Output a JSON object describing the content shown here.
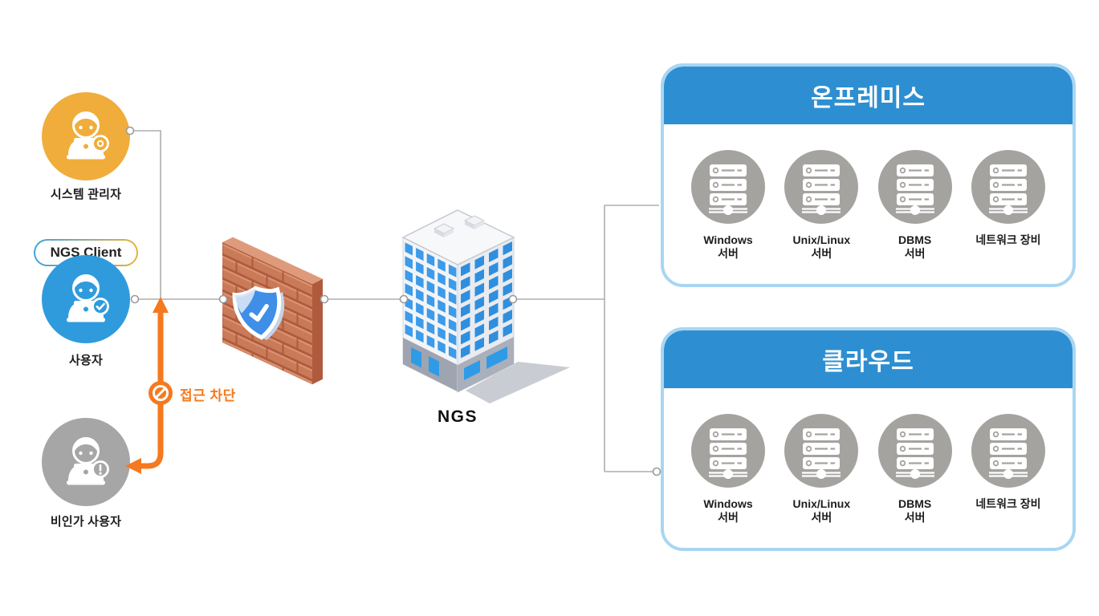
{
  "actors": {
    "admin": {
      "label": "시스템 관리자",
      "badge_icon": "gear-icon"
    },
    "user": {
      "label": "사용자",
      "badge_icon": "check-icon"
    },
    "unauthorized": {
      "label": "비인가 사용자",
      "badge_icon": "alert-icon"
    }
  },
  "client_badge": {
    "label": "NGS Client"
  },
  "ngs": {
    "label": "NGS"
  },
  "block": {
    "label": "접근 차단",
    "icon": "no-entry-icon"
  },
  "panels": [
    {
      "title": "온프레미스",
      "servers": [
        {
          "line1": "Windows",
          "line2": "서버"
        },
        {
          "line1": "Unix/Linux",
          "line2": "서버"
        },
        {
          "line1": "DBMS",
          "line2": "서버"
        },
        {
          "line1": "네트워크 장비",
          "line2": ""
        }
      ]
    },
    {
      "title": "클라우드",
      "servers": [
        {
          "line1": "Windows",
          "line2": "서버"
        },
        {
          "line1": "Unix/Linux",
          "line2": "서버"
        },
        {
          "line1": "DBMS",
          "line2": "서버"
        },
        {
          "line1": "네트워크 장비",
          "line2": ""
        }
      ]
    }
  ],
  "icons": {
    "firewall": "firewall-brick-wall-icon",
    "shield": "shield-check-icon",
    "building": "office-building-icon",
    "server": "server-rack-icon",
    "person": "person-laptop-icon"
  },
  "colors": {
    "admin": "#F0AD3B",
    "user": "#2F9BDC",
    "unauthorized": "#A6A6A6",
    "panel_header": "#2D8FD1",
    "panel_border": "#A8D6F2",
    "blocked": "#F5791E",
    "server_icon": "#A5A3A0",
    "wire": "#AEAEAE",
    "text": "#1D1D1D"
  }
}
